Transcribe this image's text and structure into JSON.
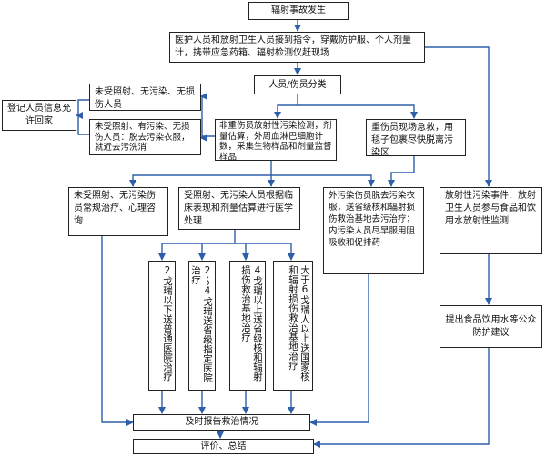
{
  "nodes": {
    "incident": "辐射事故发生",
    "instruct": "医护人员和放射卫生人员接到指令，穿戴防护服、个人剂量计，携带应急药箱、辐射检测仪赶现场",
    "classify": "人员/伤员分类",
    "detect": "非重伤员放射性污染检测，剂量估算，外周血淋巴细胞计数，采集生物样品和剂量监督样品",
    "severe": "重伤员现场急救，用毯子包裹尽快脱离污染区",
    "unexposed_top": "未受照射、无污染、无损伤人员",
    "exposed_clean": "未受照射、有污染、无损伤人员：脱去污染衣服，就近去污洗消",
    "register": "登记人员信息允许回家",
    "unexposed_care": "未受照射、无污染伤员常规治疗、心理咨询",
    "exposed_treat": "受照射、无污染人员根据临床表现和剂量估算进行医学处理",
    "contaminated": "外污染伤员脱去污染衣服，送省级核和辐射损伤救治基地去污治疗；内污染人员尽早服用阻吸收和促排药",
    "food": "放射性污染事件：放射卫生人员参与食品和饮用水放射性监测",
    "advice": "提出食品饮用水等公众防护建议",
    "dose1": "2戈瑞以下送普通医院治疗",
    "dose2": "2～4戈瑞送省级指定医院治疗",
    "dose3": "4戈瑞以上送省级核和辐射损伤救治基地治疗",
    "dose4": "大于6戈瑞人以上送国家核和辐射损伤救治基地治疗",
    "report": "及时报告救治情况",
    "evaluate": "评价、总结"
  },
  "colors": {
    "arrow": "#2f5fa8",
    "border": "#222222"
  }
}
